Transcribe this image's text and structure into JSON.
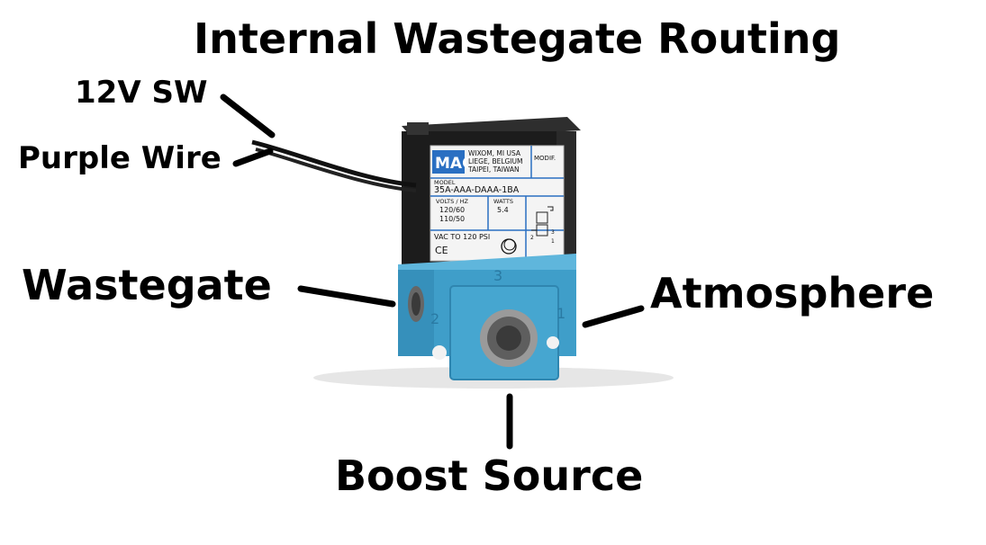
{
  "title": "Internal Wastegate Routing",
  "labels": {
    "switch": "12V SW",
    "wire": "Purple Wire",
    "wastegate": "Wastegate",
    "atmosphere": "Atmosphere",
    "boost": "Boost Source"
  },
  "valve": {
    "brand": "MAC",
    "address": [
      "WIXOM, MI USA",
      "LIEGE, BELGIUM",
      "TAIPEI, TAIWAN"
    ],
    "modif_label": "MODIF.",
    "model_label": "MODEL",
    "model": "35A-AAA-DAAA-1BA",
    "volts_label": "VOLTS / HZ",
    "volts": [
      "120/60",
      "110/50"
    ],
    "watts_label": "WATTS",
    "watts": "5.4",
    "vac": "VAC TO 120 PSI",
    "port_top": "3",
    "port_left": "2",
    "port_right": "1",
    "symbol_nums": [
      "2",
      "3",
      "1"
    ]
  },
  "colors": {
    "body_blue": "#3f9ec9",
    "solenoid": "#1c1c1c",
    "label_blue": "#2a6fc2"
  }
}
